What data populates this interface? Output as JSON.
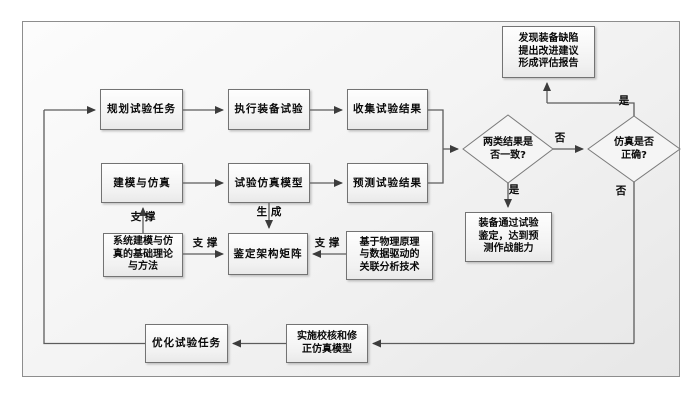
{
  "diagram": {
    "type": "flowchart",
    "nodes": {
      "plan_task": {
        "label": "规划试验任务"
      },
      "execute_test": {
        "label": "执行装备试验"
      },
      "collect_results": {
        "label": "收集试验结果"
      },
      "modeling_sim": {
        "label": "建模与仿真"
      },
      "sim_model": {
        "label": "试验仿真模型"
      },
      "predict_results": {
        "label": "预测试验结果"
      },
      "defect_report": {
        "line1": "发现装备缺陷",
        "line2": "提出改进建议",
        "line3": "形成评估报告"
      },
      "decision_results_match": {
        "line1": "两类结果是",
        "line2": "否一致?"
      },
      "decision_sim_correct": {
        "line1": "仿真是否",
        "line2": "正确?"
      },
      "pass_certification": {
        "line1": "装备通过试验",
        "line2": "鉴定，达到预",
        "line3": "测作战能力"
      },
      "theory_methods": {
        "line1": "系统建模与仿",
        "line2": "真的基础理论",
        "line3": "与方法"
      },
      "eval_matrix": {
        "label": "鉴定架构矩阵"
      },
      "physics_analysis": {
        "line1": "基于物理原理",
        "line2": "与数据驱动的",
        "line3": "关联分析技术"
      },
      "optimize_task": {
        "label": "优化试验任务"
      },
      "revise_model": {
        "line1": "实施校核和修",
        "line2": "正仿真模型"
      }
    },
    "edge_labels": {
      "support_theory_to_modeling": "支 撑",
      "support_theory_to_matrix": "支 撑",
      "support_physics_to_matrix": "支 撑",
      "generate": "生 成",
      "results_match_yes": "是",
      "results_match_no": "否",
      "sim_correct_yes": "是",
      "sim_correct_no": "否"
    },
    "colors": {
      "line": "#5c5c5c",
      "box_border": "#737373",
      "frame_border": "#8d8d8d",
      "fill": "#f4f4f4"
    }
  }
}
